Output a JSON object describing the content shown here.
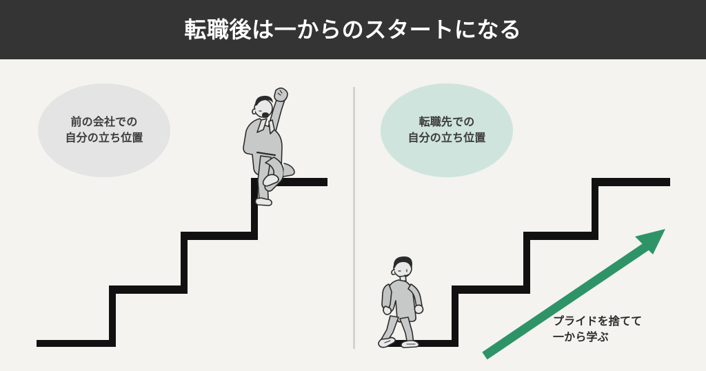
{
  "header": {
    "title": "転職後は一からのスタートになる",
    "background_color": "#343434",
    "text_color": "#ffffff"
  },
  "canvas": {
    "background_color": "#f4f3ef"
  },
  "panels": {
    "left": {
      "bubble_label": "前の会社での\n自分の立ち位置",
      "bubble_color": "#e4e4e4",
      "figure_name": "celebrating-businessman",
      "figure_description": "スーツ姿で拳を上げて喜ぶ人物",
      "stairs_steps": 4,
      "figure_position": "top-step"
    },
    "right": {
      "bubble_label": "転職先での\n自分の立ち位置",
      "bubble_color": "#cfe4dd",
      "figure_name": "walking-person",
      "figure_description": "カジュアル服で歩く人物",
      "stairs_steps": 4,
      "figure_position": "bottom-step"
    }
  },
  "arrow": {
    "caption": "プライドを捨てて\n一から学ぶ",
    "color": "#2e9468",
    "direction": "up-right"
  },
  "divider": {
    "color": "#c9c9c4"
  },
  "stairs": {
    "color": "#111111"
  }
}
